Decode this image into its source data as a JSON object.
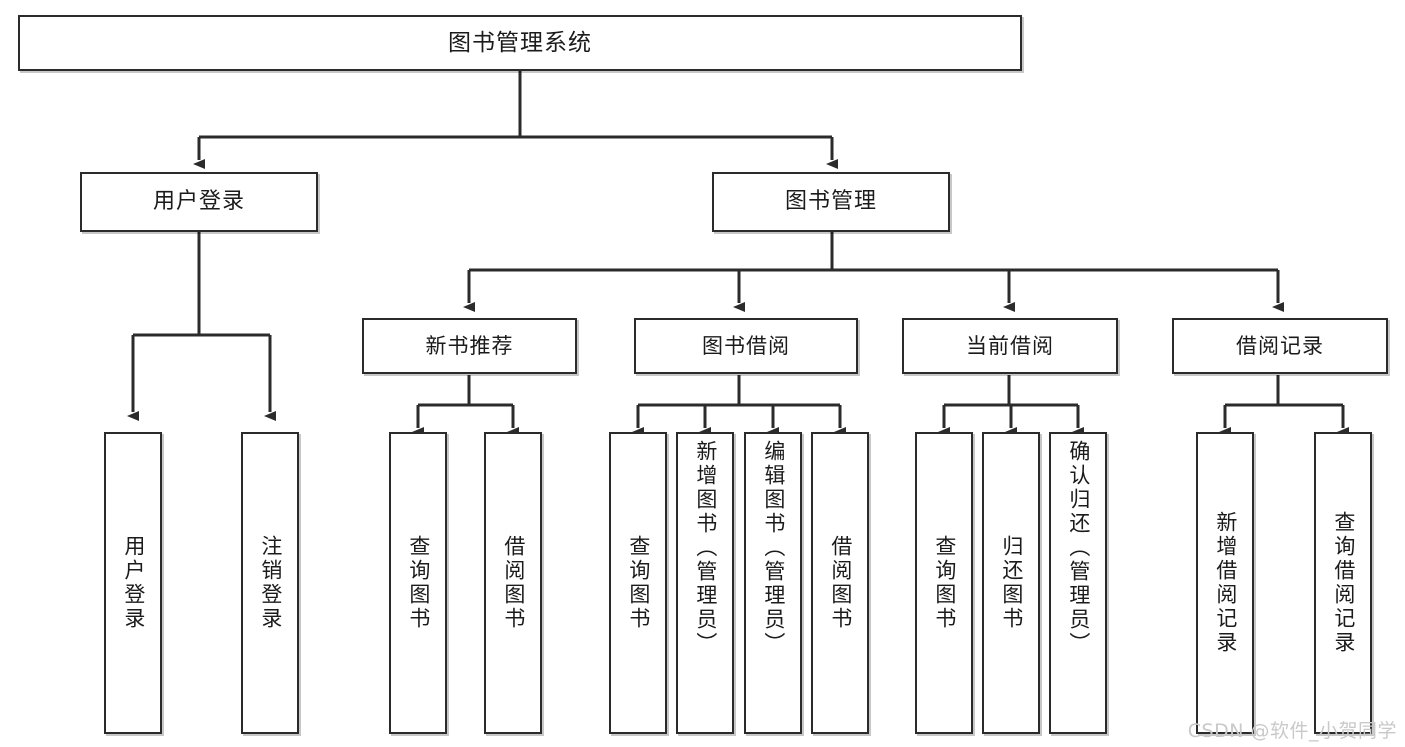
{
  "diagram": {
    "type": "tree",
    "title": "图书管理系统",
    "watermark": "CSDN @软件_小贺同学",
    "colors": {
      "box_border": "#2b2b2b",
      "box_fill": "#ffffff",
      "connector": "#2b2b2b",
      "text": "#1b1b1b",
      "watermark": "#c9c9c9",
      "background": "#ffffff"
    },
    "root": {
      "label": "图书管理系统"
    },
    "level2": [
      {
        "label": "用户登录"
      },
      {
        "label": "图书管理"
      }
    ],
    "level3": [
      {
        "label": "新书推荐"
      },
      {
        "label": "图书借阅"
      },
      {
        "label": "当前借阅"
      },
      {
        "label": "借阅记录"
      }
    ],
    "leaves": {
      "user_login": [
        {
          "label": "用户登录"
        },
        {
          "label": "注销登录"
        }
      ],
      "new_book_recommend": [
        {
          "label": "查询图书"
        },
        {
          "label": "借阅图书"
        }
      ],
      "book_borrow": [
        {
          "label": "查询图书"
        },
        {
          "label": "新增图书（管理员）"
        },
        {
          "label": "编辑图书（管理员）"
        },
        {
          "label": "借阅图书"
        }
      ],
      "current_borrow": [
        {
          "label": "查询图书"
        },
        {
          "label": "归还图书"
        },
        {
          "label": "确认归还（管理员）"
        }
      ],
      "borrow_record": [
        {
          "label": "新增借阅记录"
        },
        {
          "label": "查询借阅记录"
        }
      ]
    }
  }
}
